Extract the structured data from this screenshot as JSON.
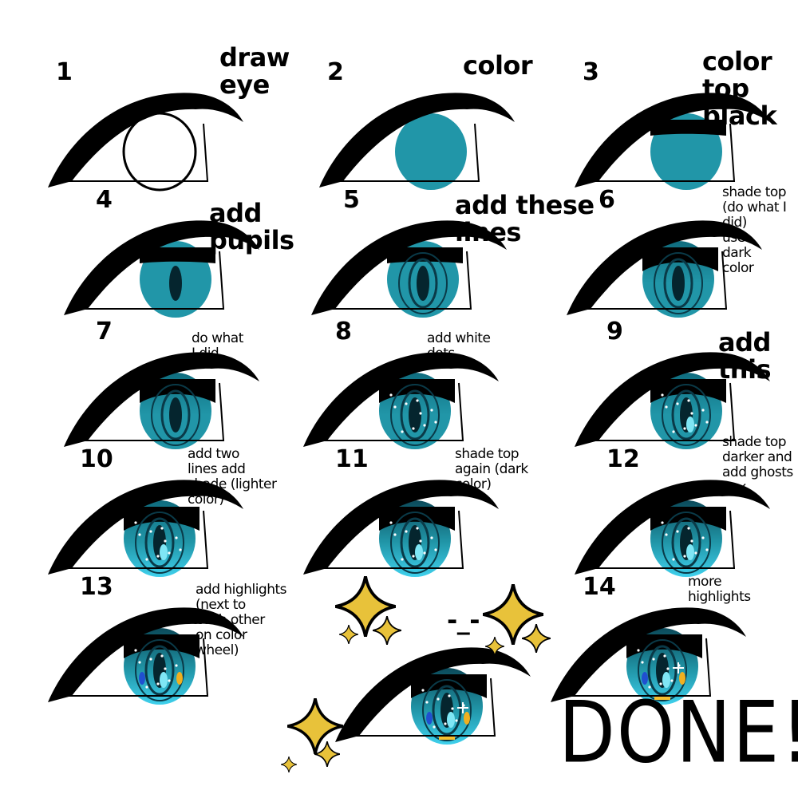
{
  "colors": {
    "iris": "#2196a8",
    "iris_dark": "#0b4a5a",
    "iris_light": "#3fd0ec",
    "lash": "#000000",
    "sparkle": "#e8c23a"
  },
  "steps": [
    {
      "num": "1",
      "note": "draw\neye",
      "stage": 1
    },
    {
      "num": "2",
      "note": "color",
      "stage": 2
    },
    {
      "num": "3",
      "note": "color top\nblack",
      "stage": 3
    },
    {
      "num": "4",
      "note": "add\npupils",
      "stage": 4
    },
    {
      "num": "5",
      "note": "add these\nlines",
      "stage": 5
    },
    {
      "num": "6",
      "note": "shade top\n(do what I\ndid)\nuse\ndark\ncolor",
      "stage": 6
    },
    {
      "num": "7",
      "note": "do what\nI did",
      "stage": 7
    },
    {
      "num": "8",
      "note": "add white\ndots",
      "stage": 8
    },
    {
      "num": "9",
      "note": "add this",
      "stage": 9
    },
    {
      "num": "10",
      "note": "add two\nlines add\nshade (lighter\ncolor)",
      "stage": 10
    },
    {
      "num": "11",
      "note": "shade top\nagain (dark\ncolor)",
      "stage": 11
    },
    {
      "num": "12",
      "note": "shade top\ndarker and\nadd ghosts\nD ↙",
      "stage": 12
    },
    {
      "num": "13",
      "note": "add highlights\n(next to\neach other\non color\nwheel)",
      "stage": 13
    },
    {
      "num": "14",
      "note": "more\nhighlights",
      "stage": 14
    }
  ],
  "final": {
    "text": "DONE!",
    "face": "-_-",
    "stage": 15
  }
}
